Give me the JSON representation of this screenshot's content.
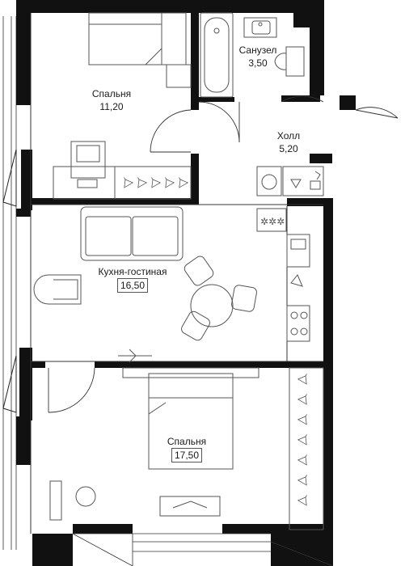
{
  "rooms": [
    {
      "id": "bedroom-1",
      "name": "Спальня",
      "area": "11,20"
    },
    {
      "id": "bathroom",
      "name": "Санузел",
      "area": "3,50"
    },
    {
      "id": "hall",
      "name": "Холл",
      "area": "5,20"
    },
    {
      "id": "kitchen-living",
      "name": "Кухня-гостиная",
      "area": "16,50"
    },
    {
      "id": "bedroom-2",
      "name": "Спальня",
      "area": "17,50"
    }
  ],
  "colors": {
    "wall": "#111111",
    "line": "#333333",
    "furniture": "#555555",
    "background": "#ffffff"
  },
  "icons": [
    "bed-icon",
    "sofa-icon",
    "bathtub-icon",
    "toilet-icon",
    "sink-icon",
    "stove-icon",
    "armchair-icon",
    "dining-table-icon",
    "wardrobe-icon",
    "desk-icon",
    "washing-machine-icon",
    "door-swing-icon"
  ]
}
